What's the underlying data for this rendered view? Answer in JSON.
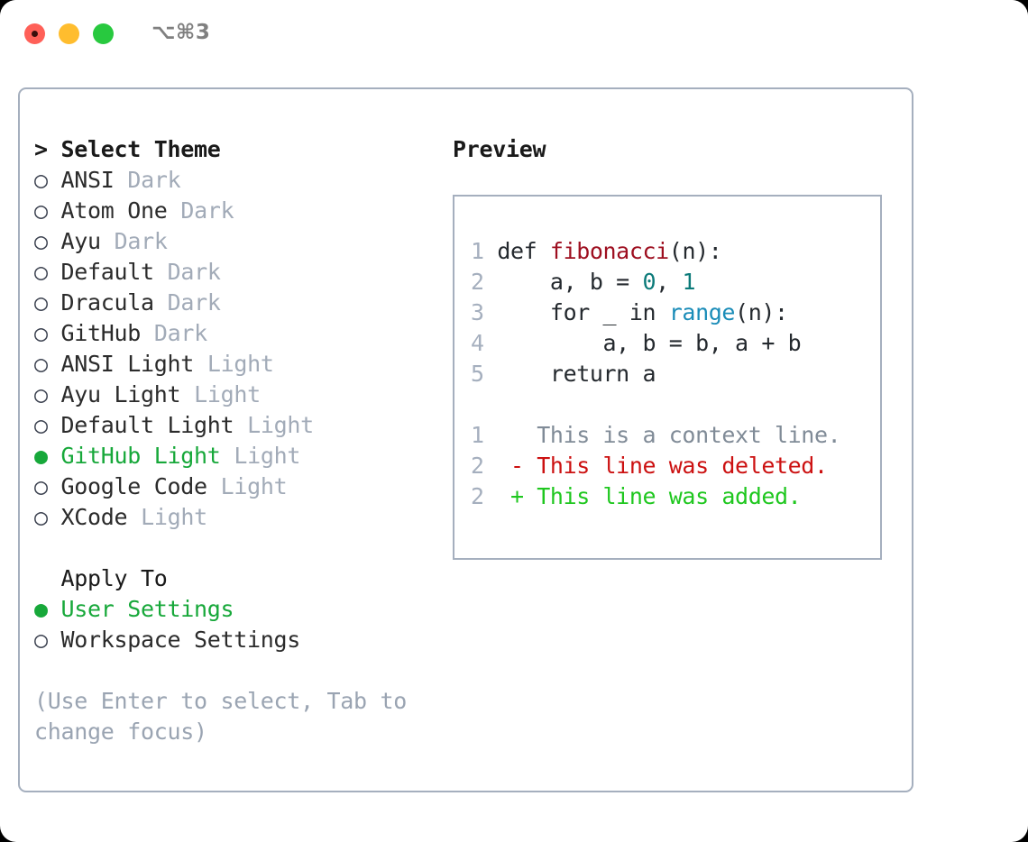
{
  "window": {
    "title": "⌥⌘3",
    "traffic_lights": [
      {
        "name": "close",
        "color": "#ff6058"
      },
      {
        "name": "minimize",
        "color": "#ffbd2e"
      },
      {
        "name": "maximize",
        "color": "#28c93f"
      }
    ]
  },
  "colors": {
    "border": "#a5afbe",
    "selected_green": "#17a83a",
    "muted": "#a2abb8",
    "hint": "#9aa4b2",
    "diff_add": "#1fc71f",
    "diff_del": "#cc1111",
    "code_fn": "#9e0f20",
    "code_num": "#0b7a79",
    "code_call": "#1a8cb8",
    "line_number": "#a5afbe"
  },
  "theme_picker": {
    "prompt_marker": ">",
    "title": "Select Theme",
    "bullet_unselected": "○",
    "bullet_selected": "●",
    "options": [
      {
        "name": "ANSI",
        "kind": "Dark",
        "selected": false
      },
      {
        "name": "Atom One",
        "kind": "Dark",
        "selected": false
      },
      {
        "name": "Ayu",
        "kind": "Dark",
        "selected": false
      },
      {
        "name": "Default",
        "kind": "Dark",
        "selected": false
      },
      {
        "name": "Dracula",
        "kind": "Dark",
        "selected": false
      },
      {
        "name": "GitHub",
        "kind": "Dark",
        "selected": false
      },
      {
        "name": "ANSI Light",
        "kind": "Light",
        "selected": false
      },
      {
        "name": "Ayu Light",
        "kind": "Light",
        "selected": false
      },
      {
        "name": "Default Light",
        "kind": "Light",
        "selected": false
      },
      {
        "name": "GitHub Light",
        "kind": "Light",
        "selected": true
      },
      {
        "name": "Google Code",
        "kind": "Light",
        "selected": false
      },
      {
        "name": "XCode",
        "kind": "Light",
        "selected": false
      }
    ]
  },
  "apply_to": {
    "title": "Apply To",
    "options": [
      {
        "name": "User Settings",
        "selected": true
      },
      {
        "name": "Workspace Settings",
        "selected": false
      }
    ]
  },
  "hint": "(Use Enter to select, Tab to change focus)",
  "preview": {
    "title": "Preview",
    "code_lines": [
      {
        "num": "1",
        "tokens": [
          {
            "t": "def ",
            "c": "plain"
          },
          {
            "t": "fibonacci",
            "c": "fn"
          },
          {
            "t": "(n):",
            "c": "plain"
          }
        ]
      },
      {
        "num": "2",
        "tokens": [
          {
            "t": "    a, b = ",
            "c": "plain"
          },
          {
            "t": "0",
            "c": "num"
          },
          {
            "t": ", ",
            "c": "plain"
          },
          {
            "t": "1",
            "c": "num"
          }
        ]
      },
      {
        "num": "3",
        "tokens": [
          {
            "t": "    for _ in ",
            "c": "plain"
          },
          {
            "t": "range",
            "c": "call"
          },
          {
            "t": "(n):",
            "c": "plain"
          }
        ]
      },
      {
        "num": "4",
        "tokens": [
          {
            "t": "        a, b = b, a + b",
            "c": "plain"
          }
        ]
      },
      {
        "num": "5",
        "tokens": [
          {
            "t": "    return a",
            "c": "plain"
          }
        ]
      }
    ],
    "diff_lines": [
      {
        "num": "1",
        "marker": " ",
        "text": "This is a context line.",
        "kind": "ctx"
      },
      {
        "num": "2",
        "marker": "-",
        "text": "This line was deleted.",
        "kind": "del"
      },
      {
        "num": "2",
        "marker": "+",
        "text": "This line was added.",
        "kind": "add"
      }
    ]
  }
}
